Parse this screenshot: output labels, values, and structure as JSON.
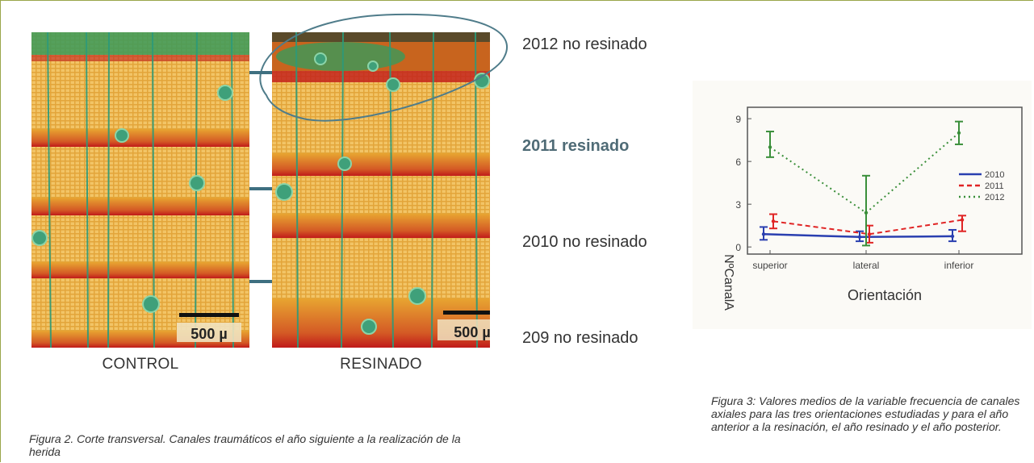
{
  "figure2": {
    "left_label": "CONTROL",
    "right_label": "RESINADO",
    "scalebar_left": "500 µ",
    "scalebar_right": "500 µ",
    "year_labels": [
      "2012 no resinado",
      "2011 resinado",
      "2010 no resinado",
      "209 no resinado"
    ],
    "caption": "Figura 2. Corte transversal. Canales traumáticos el año siguiente a la realización de la herida"
  },
  "figure3": {
    "caption": "Figura 3: Valores medios de la variable frecuencia de canales axiales para las tres orientaciones estudiadas y para el año anterior a la resinación, el año resinado y el año posterior."
  },
  "colors": {
    "border": "#9aa64a",
    "connector": "#3e6f80",
    "wood": "#d99a2e",
    "ring": "#c8201e",
    "s2010": "#2a3fb0",
    "s2011": "#e02424",
    "s2012": "#3a8f3a"
  },
  "chart_data": {
    "type": "line",
    "xlabel": "Orientación",
    "ylabel": "NºCanalA",
    "categories": [
      "superior",
      "lateral",
      "inferior"
    ],
    "yticks": [
      0,
      3,
      6,
      9
    ],
    "ylim": [
      -0.5,
      9.8
    ],
    "series": [
      {
        "name": "2010",
        "values": [
          0.9,
          0.7,
          0.75
        ],
        "err_low": [
          0.5,
          0.4,
          0.4
        ],
        "err_high": [
          1.4,
          1.1,
          1.2
        ],
        "color": "#2a3fb0"
      },
      {
        "name": "2011",
        "values": [
          1.8,
          0.9,
          1.9
        ],
        "err_low": [
          1.3,
          0.3,
          1.1
        ],
        "err_high": [
          2.3,
          1.5,
          2.2
        ],
        "color": "#e02424"
      },
      {
        "name": "2012",
        "values": [
          7.0,
          2.4,
          8.0
        ],
        "err_low": [
          6.3,
          0.1,
          7.2
        ],
        "err_high": [
          8.1,
          5.0,
          8.8
        ],
        "color": "#3a8f3a"
      }
    ]
  }
}
